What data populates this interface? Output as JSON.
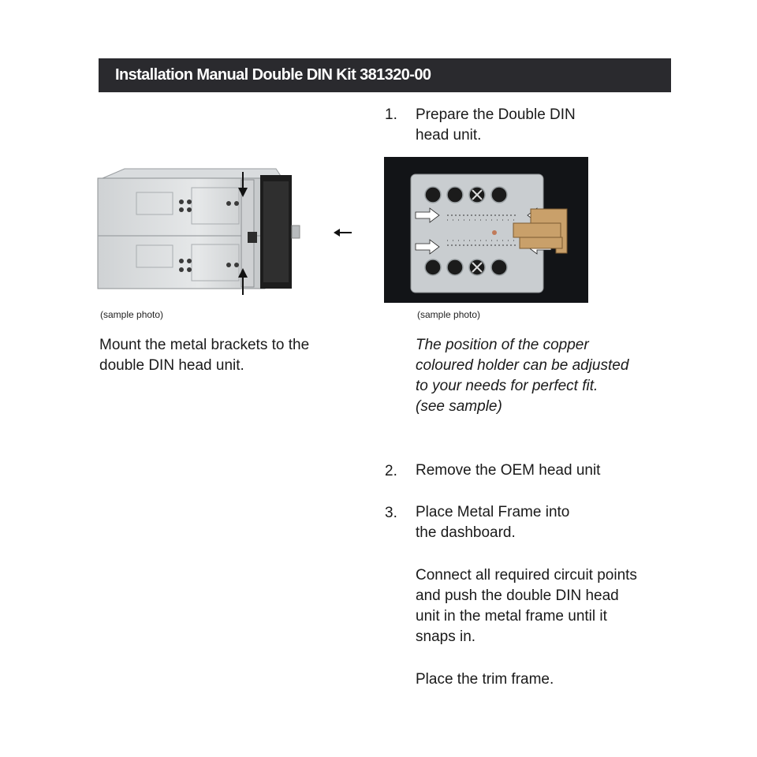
{
  "header": {
    "title": "Installation Manual Double DIN Kit 381320-00"
  },
  "left": {
    "caption": "(sample photo)",
    "instruction": "Mount the metal brackets to the\ndouble DIN head unit."
  },
  "right": {
    "caption": "(sample photo)",
    "note": "The position of the copper\ncoloured holder can be adjusted\nto your needs for perfect fit.\n(see sample)"
  },
  "steps": [
    {
      "number": "1.",
      "text": "Prepare the Double DIN\nhead unit."
    },
    {
      "number": "2.",
      "text": "Remove the OEM head unit"
    },
    {
      "number": "3.",
      "text": "Place Metal Frame into\nthe dashboard."
    }
  ],
  "step3_paragraphs": [
    "Connect all required circuit points\nand push the double DIN head\nunit in the metal frame until it\nsnaps in.",
    "Place the trim frame."
  ],
  "colors": {
    "title_bar": "#2a2a2e",
    "copper": "#c9a06a"
  },
  "icons": {
    "arrow": "arrow-left-icon"
  }
}
